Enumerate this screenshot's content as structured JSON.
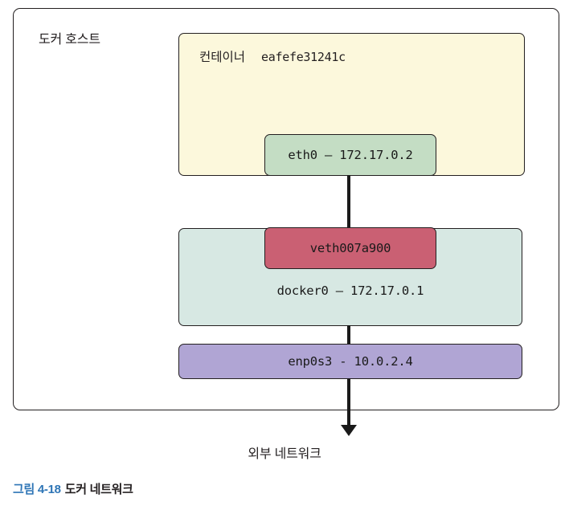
{
  "figure": {
    "host": {
      "label": "도커 호스트"
    },
    "container": {
      "label": "컨테이너",
      "id": "eafefe31241c",
      "fill": "#fcf8dc"
    },
    "eth0": {
      "label": "eth0 – 172.17.0.2",
      "fill": "#c4ddc4"
    },
    "veth": {
      "label": "veth007a900",
      "fill": "#ca6073"
    },
    "docker0": {
      "label": "docker0 – 172.17.0.1",
      "fill": "#d7e8e3"
    },
    "enp0s3": {
      "label": "enp0s3 - 10.0.2.4",
      "fill": "#b0a5d4"
    },
    "external": {
      "label": "외부 네트워크"
    }
  },
  "caption": {
    "number": "그림 4-18",
    "text": "도커 네트워크",
    "accent": "#2e75b6"
  }
}
